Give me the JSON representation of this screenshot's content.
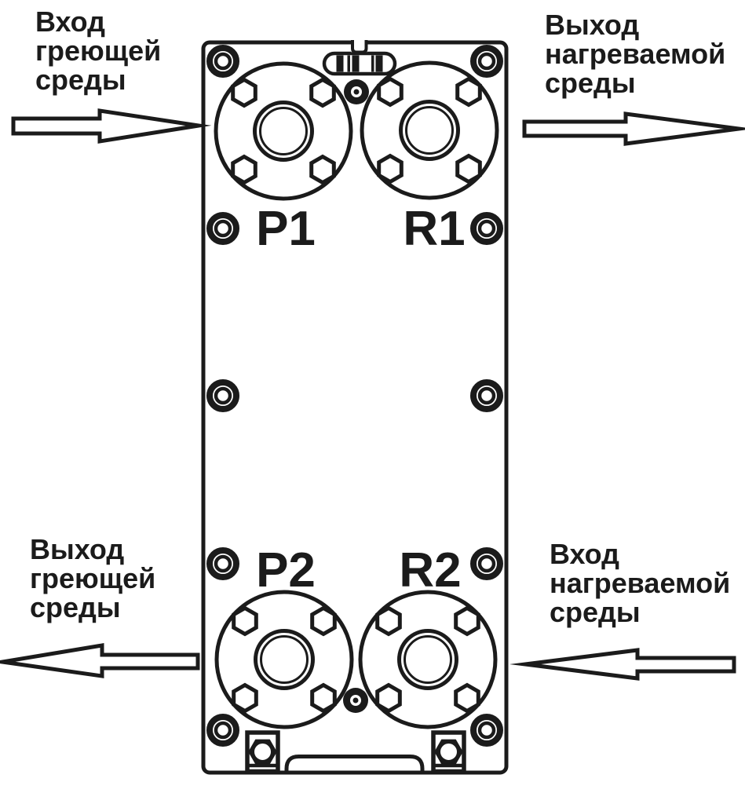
{
  "diagram": {
    "type": "plate-heat-exchanger-connection-scheme",
    "colors": {
      "line": "#1b1b1b",
      "background": "#ffffff"
    },
    "port_labels": {
      "p1": "P1",
      "r1": "R1",
      "p2": "P2",
      "r2": "R2"
    },
    "flow_labels": {
      "top_left": {
        "lines": [
          "Вход",
          "греющей",
          "среды"
        ],
        "arrow_direction": "right"
      },
      "top_right": {
        "lines": [
          "Выход",
          "нагреваемой",
          "среды"
        ],
        "arrow_direction": "right"
      },
      "bottom_left": {
        "lines": [
          "Выход",
          "греющей",
          "среды"
        ],
        "arrow_direction": "left"
      },
      "bottom_right": {
        "lines": [
          "Вход",
          "нагреваемой",
          "среды"
        ],
        "arrow_direction": "left"
      }
    }
  }
}
